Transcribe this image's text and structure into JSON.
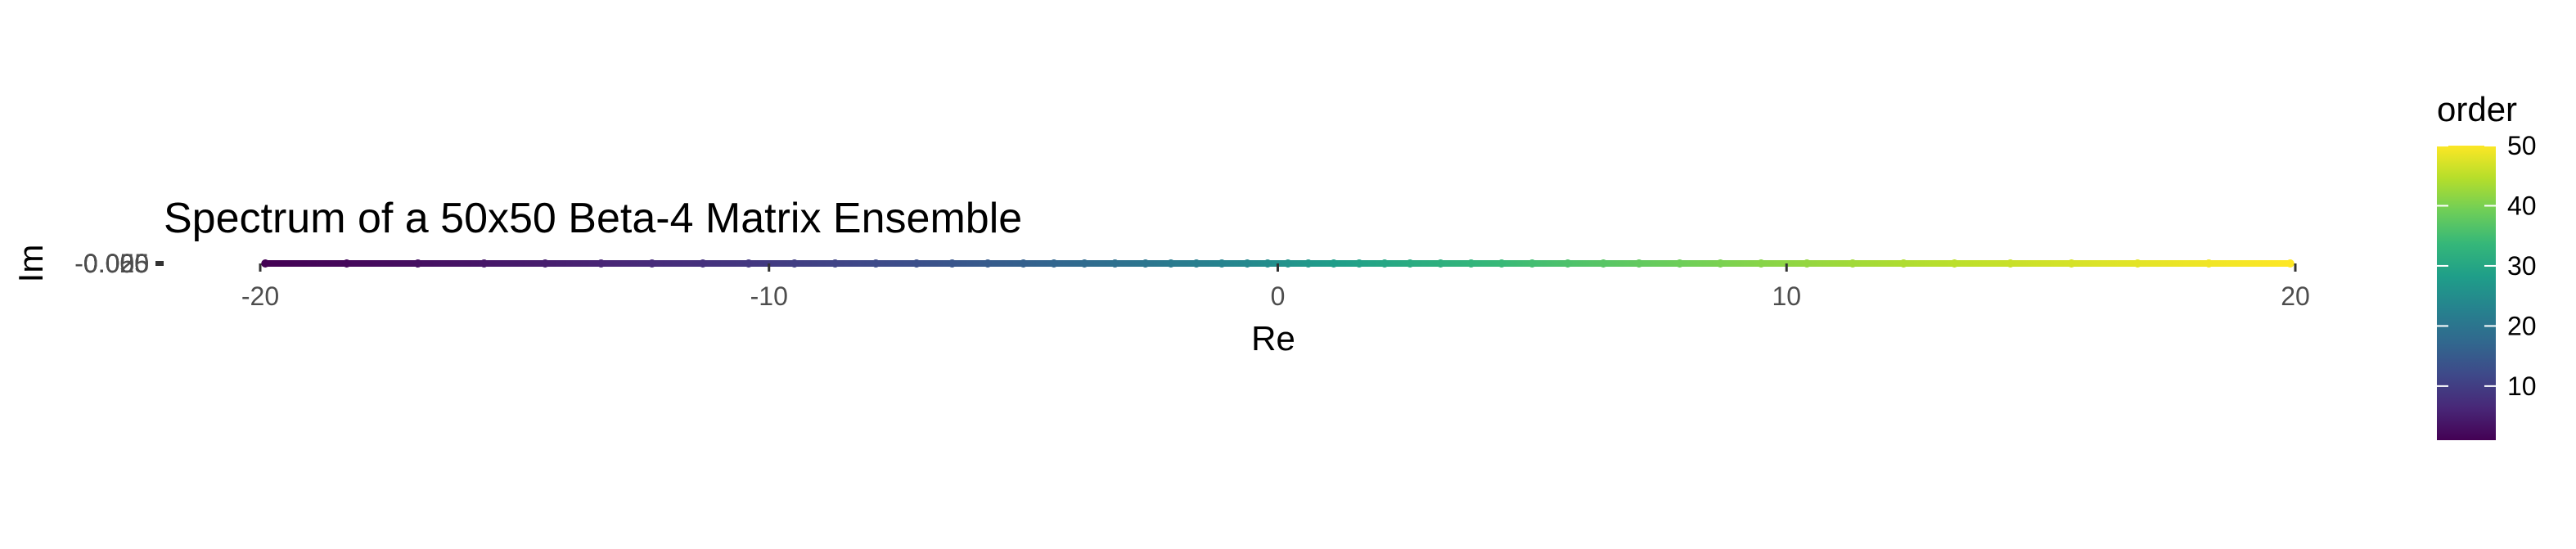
{
  "chart_data": {
    "type": "scatter",
    "title": "Spectrum of a 50x50 Beta-4 Matrix Ensemble",
    "xlabel": "Re",
    "ylabel": "Im",
    "xlim": [
      -20,
      20
    ],
    "x_ticks": [
      -20,
      -10,
      0,
      10,
      20
    ],
    "y_tick_labels": [
      "-0.050",
      "-0.025",
      "0.000",
      "0.025",
      "0.050"
    ],
    "grid": false,
    "color_scale": {
      "title": "order",
      "palette": "viridis",
      "range": [
        1,
        50
      ],
      "ticks": [
        10,
        20,
        30,
        40,
        50
      ],
      "colors": [
        "#440154",
        "#482878",
        "#3e4989",
        "#31688e",
        "#26828e",
        "#1f9e89",
        "#35b779",
        "#6ece58",
        "#b5de2b",
        "#fde725"
      ]
    },
    "legend_position": "right",
    "points": [
      {
        "order": 1,
        "re": -19.9,
        "im": 0
      },
      {
        "order": 2,
        "re": -18.3,
        "im": 0
      },
      {
        "order": 3,
        "re": -16.9,
        "im": 0
      },
      {
        "order": 4,
        "re": -15.6,
        "im": 0
      },
      {
        "order": 5,
        "re": -14.4,
        "im": 0
      },
      {
        "order": 6,
        "re": -13.3,
        "im": 0
      },
      {
        "order": 7,
        "re": -12.3,
        "im": 0
      },
      {
        "order": 8,
        "re": -11.3,
        "im": 0
      },
      {
        "order": 9,
        "re": -10.4,
        "im": 0
      },
      {
        "order": 10,
        "re": -9.5,
        "im": 0
      },
      {
        "order": 11,
        "re": -8.7,
        "im": 0
      },
      {
        "order": 12,
        "re": -7.9,
        "im": 0
      },
      {
        "order": 13,
        "re": -7.1,
        "im": 0
      },
      {
        "order": 14,
        "re": -6.4,
        "im": 0
      },
      {
        "order": 15,
        "re": -5.7,
        "im": 0
      },
      {
        "order": 16,
        "re": -5.0,
        "im": 0
      },
      {
        "order": 17,
        "re": -4.4,
        "im": 0
      },
      {
        "order": 18,
        "re": -3.8,
        "im": 0
      },
      {
        "order": 19,
        "re": -3.2,
        "im": 0
      },
      {
        "order": 20,
        "re": -2.6,
        "im": 0
      },
      {
        "order": 21,
        "re": -2.1,
        "im": 0
      },
      {
        "order": 22,
        "re": -1.6,
        "im": 0
      },
      {
        "order": 23,
        "re": -1.1,
        "im": 0
      },
      {
        "order": 24,
        "re": -0.6,
        "im": 0
      },
      {
        "order": 25,
        "re": -0.2,
        "im": 0
      },
      {
        "order": 26,
        "re": 0.2,
        "im": 0
      },
      {
        "order": 27,
        "re": 0.6,
        "im": 0
      },
      {
        "order": 28,
        "re": 1.1,
        "im": 0
      },
      {
        "order": 29,
        "re": 1.6,
        "im": 0
      },
      {
        "order": 30,
        "re": 2.1,
        "im": 0
      },
      {
        "order": 31,
        "re": 2.6,
        "im": 0
      },
      {
        "order": 32,
        "re": 3.2,
        "im": 0
      },
      {
        "order": 33,
        "re": 3.8,
        "im": 0
      },
      {
        "order": 34,
        "re": 4.4,
        "im": 0
      },
      {
        "order": 35,
        "re": 5.0,
        "im": 0
      },
      {
        "order": 36,
        "re": 5.7,
        "im": 0
      },
      {
        "order": 37,
        "re": 6.4,
        "im": 0
      },
      {
        "order": 38,
        "re": 7.1,
        "im": 0
      },
      {
        "order": 39,
        "re": 7.9,
        "im": 0
      },
      {
        "order": 40,
        "re": 8.7,
        "im": 0
      },
      {
        "order": 41,
        "re": 9.5,
        "im": 0
      },
      {
        "order": 42,
        "re": 10.4,
        "im": 0
      },
      {
        "order": 43,
        "re": 11.3,
        "im": 0
      },
      {
        "order": 44,
        "re": 12.3,
        "im": 0
      },
      {
        "order": 45,
        "re": 13.3,
        "im": 0
      },
      {
        "order": 46,
        "re": 14.4,
        "im": 0
      },
      {
        "order": 47,
        "re": 15.6,
        "im": 0
      },
      {
        "order": 48,
        "re": 16.9,
        "im": 0
      },
      {
        "order": 49,
        "re": 18.3,
        "im": 0
      },
      {
        "order": 50,
        "re": 19.9,
        "im": 0
      }
    ]
  }
}
